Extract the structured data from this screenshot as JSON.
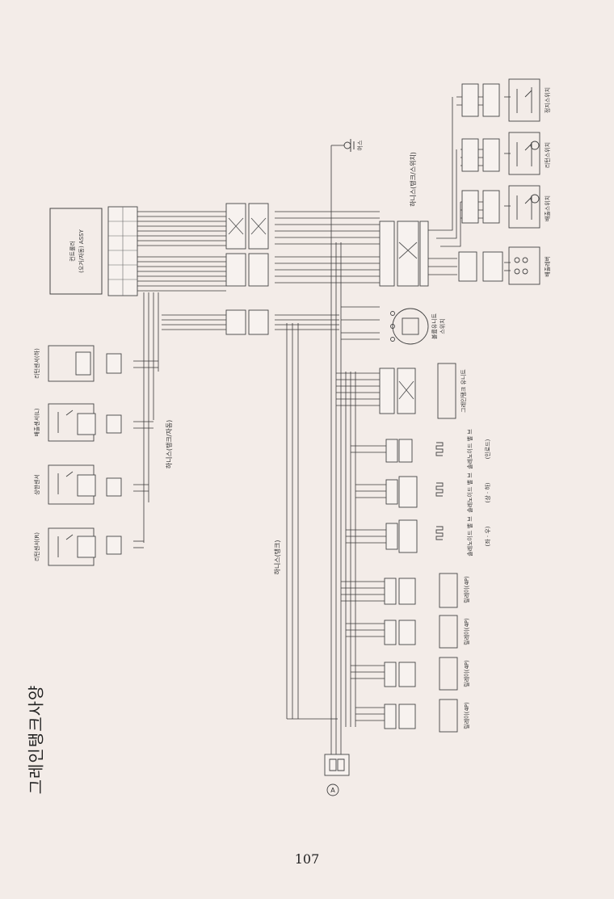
{
  "page": {
    "title": "그레인탱크사양",
    "page_number": "107",
    "background": "#f3ece8"
  },
  "labels": {
    "controller": "컨트롤러",
    "controller_sub": "(오거/자동) ASSY",
    "earth": "어스",
    "harness_tank_switch": "하니스(탱크/스위치)",
    "harness_tank_auto": "하니스(탱크/자동)",
    "harness_tank": "하니스(탱크)",
    "switch_stop": "정지스위치",
    "switch_return": "리턴스위치",
    "switch_discharge": "배출스위치",
    "discharge_lever": "배출레버",
    "volume_unit": "볼륨유니트",
    "volume_unit_sub": "스위치",
    "grain_tank_unit": "그레인탱크 유니트",
    "sensor_return_up": "리턴센서(하)",
    "sensor_discharge_l": "배출센서(L)",
    "sensor_rise": "상한센서",
    "sensor_return_r": "리턴센서(R)",
    "solenoid_valve": "솔레노이드 밸 브",
    "solenoid_1_note": "(인로드)",
    "solenoid_2_note": "(상 · 하)",
    "solenoid_3_note": "(좌 · 우)",
    "relay_4p": "릴레이(4P)",
    "connector_a": "A"
  },
  "colors": {
    "line": "#3a3a3a",
    "box": "#444444"
  }
}
